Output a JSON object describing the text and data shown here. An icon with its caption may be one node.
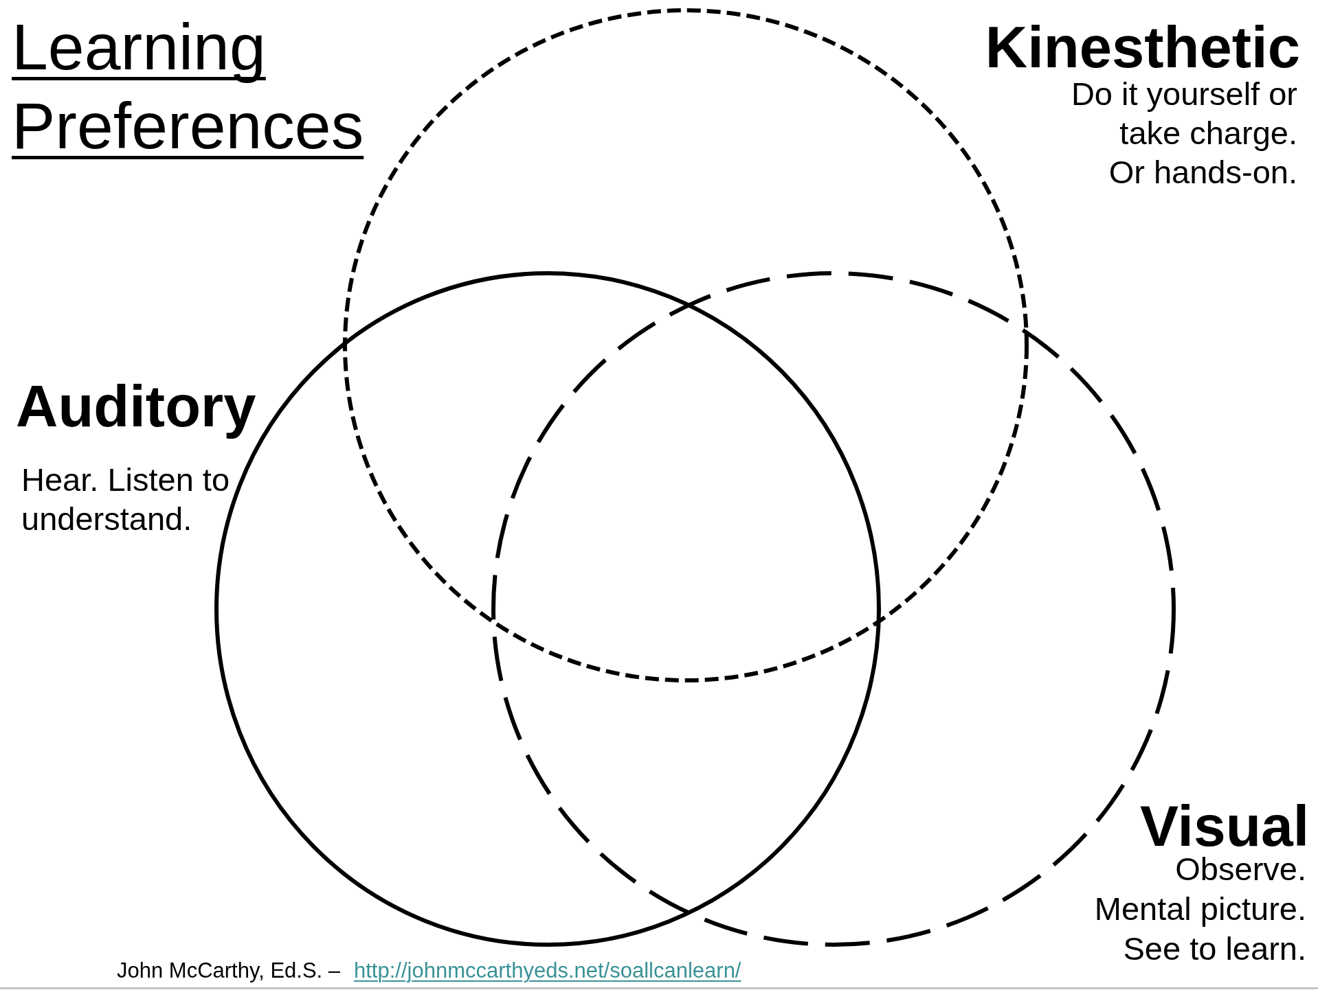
{
  "diagram": {
    "title": "Learning Preferences",
    "nodes": [
      {
        "text": [],
        "shape": "circle",
        "beside": [
          "Kinesthetic",
          "Do it yourself or take charge. Or hands-on."
        ]
      },
      {
        "text": [],
        "shape": "circle",
        "beside": [
          "Auditory",
          "Hear. Listen to understand."
        ]
      },
      {
        "text": [],
        "shape": "circle",
        "beside": [
          "Visual",
          "Observe. Mental picture. See to learn."
        ]
      }
    ],
    "labels": [
      "John McCarthy, Ed.S. –",
      "http://johnmccarthyeds.net/soallcanlearn/"
    ]
  }
}
